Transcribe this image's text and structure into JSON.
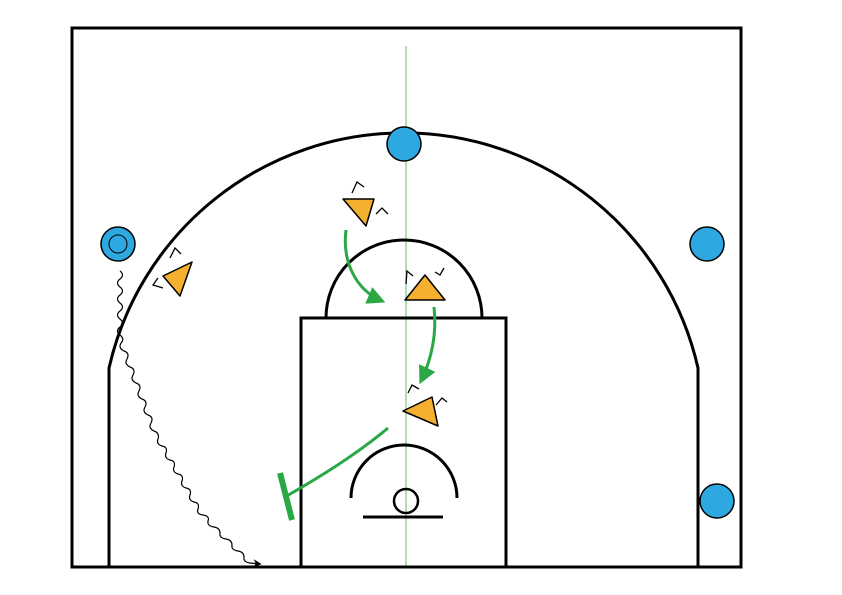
{
  "diagram": {
    "kind": "basketball-half-court-play",
    "colors": {
      "court_line": "#000000",
      "center_line": "#7fd08a",
      "offense_player": "#2ea8e0",
      "defense_player": "#f4b02e",
      "movement_arrow": "#2aa845",
      "dribble_path": "#000000"
    },
    "offense": [
      {
        "id": "offense-top",
        "has_ball": false
      },
      {
        "id": "offense-left-wing",
        "has_ball": true
      },
      {
        "id": "offense-right-wing",
        "has_ball": false
      },
      {
        "id": "offense-right-corner",
        "has_ball": false
      }
    ],
    "defense": [
      {
        "id": "defense-top"
      },
      {
        "id": "defense-left"
      },
      {
        "id": "defense-elbow"
      },
      {
        "id": "defense-low-post"
      }
    ],
    "actions": [
      {
        "id": "rotation-top-to-elbow",
        "type": "movement"
      },
      {
        "id": "rotation-elbow-to-post",
        "type": "movement"
      },
      {
        "id": "screen-low-left",
        "type": "screen"
      },
      {
        "id": "dribble-drive-left",
        "type": "dribble"
      }
    ]
  }
}
